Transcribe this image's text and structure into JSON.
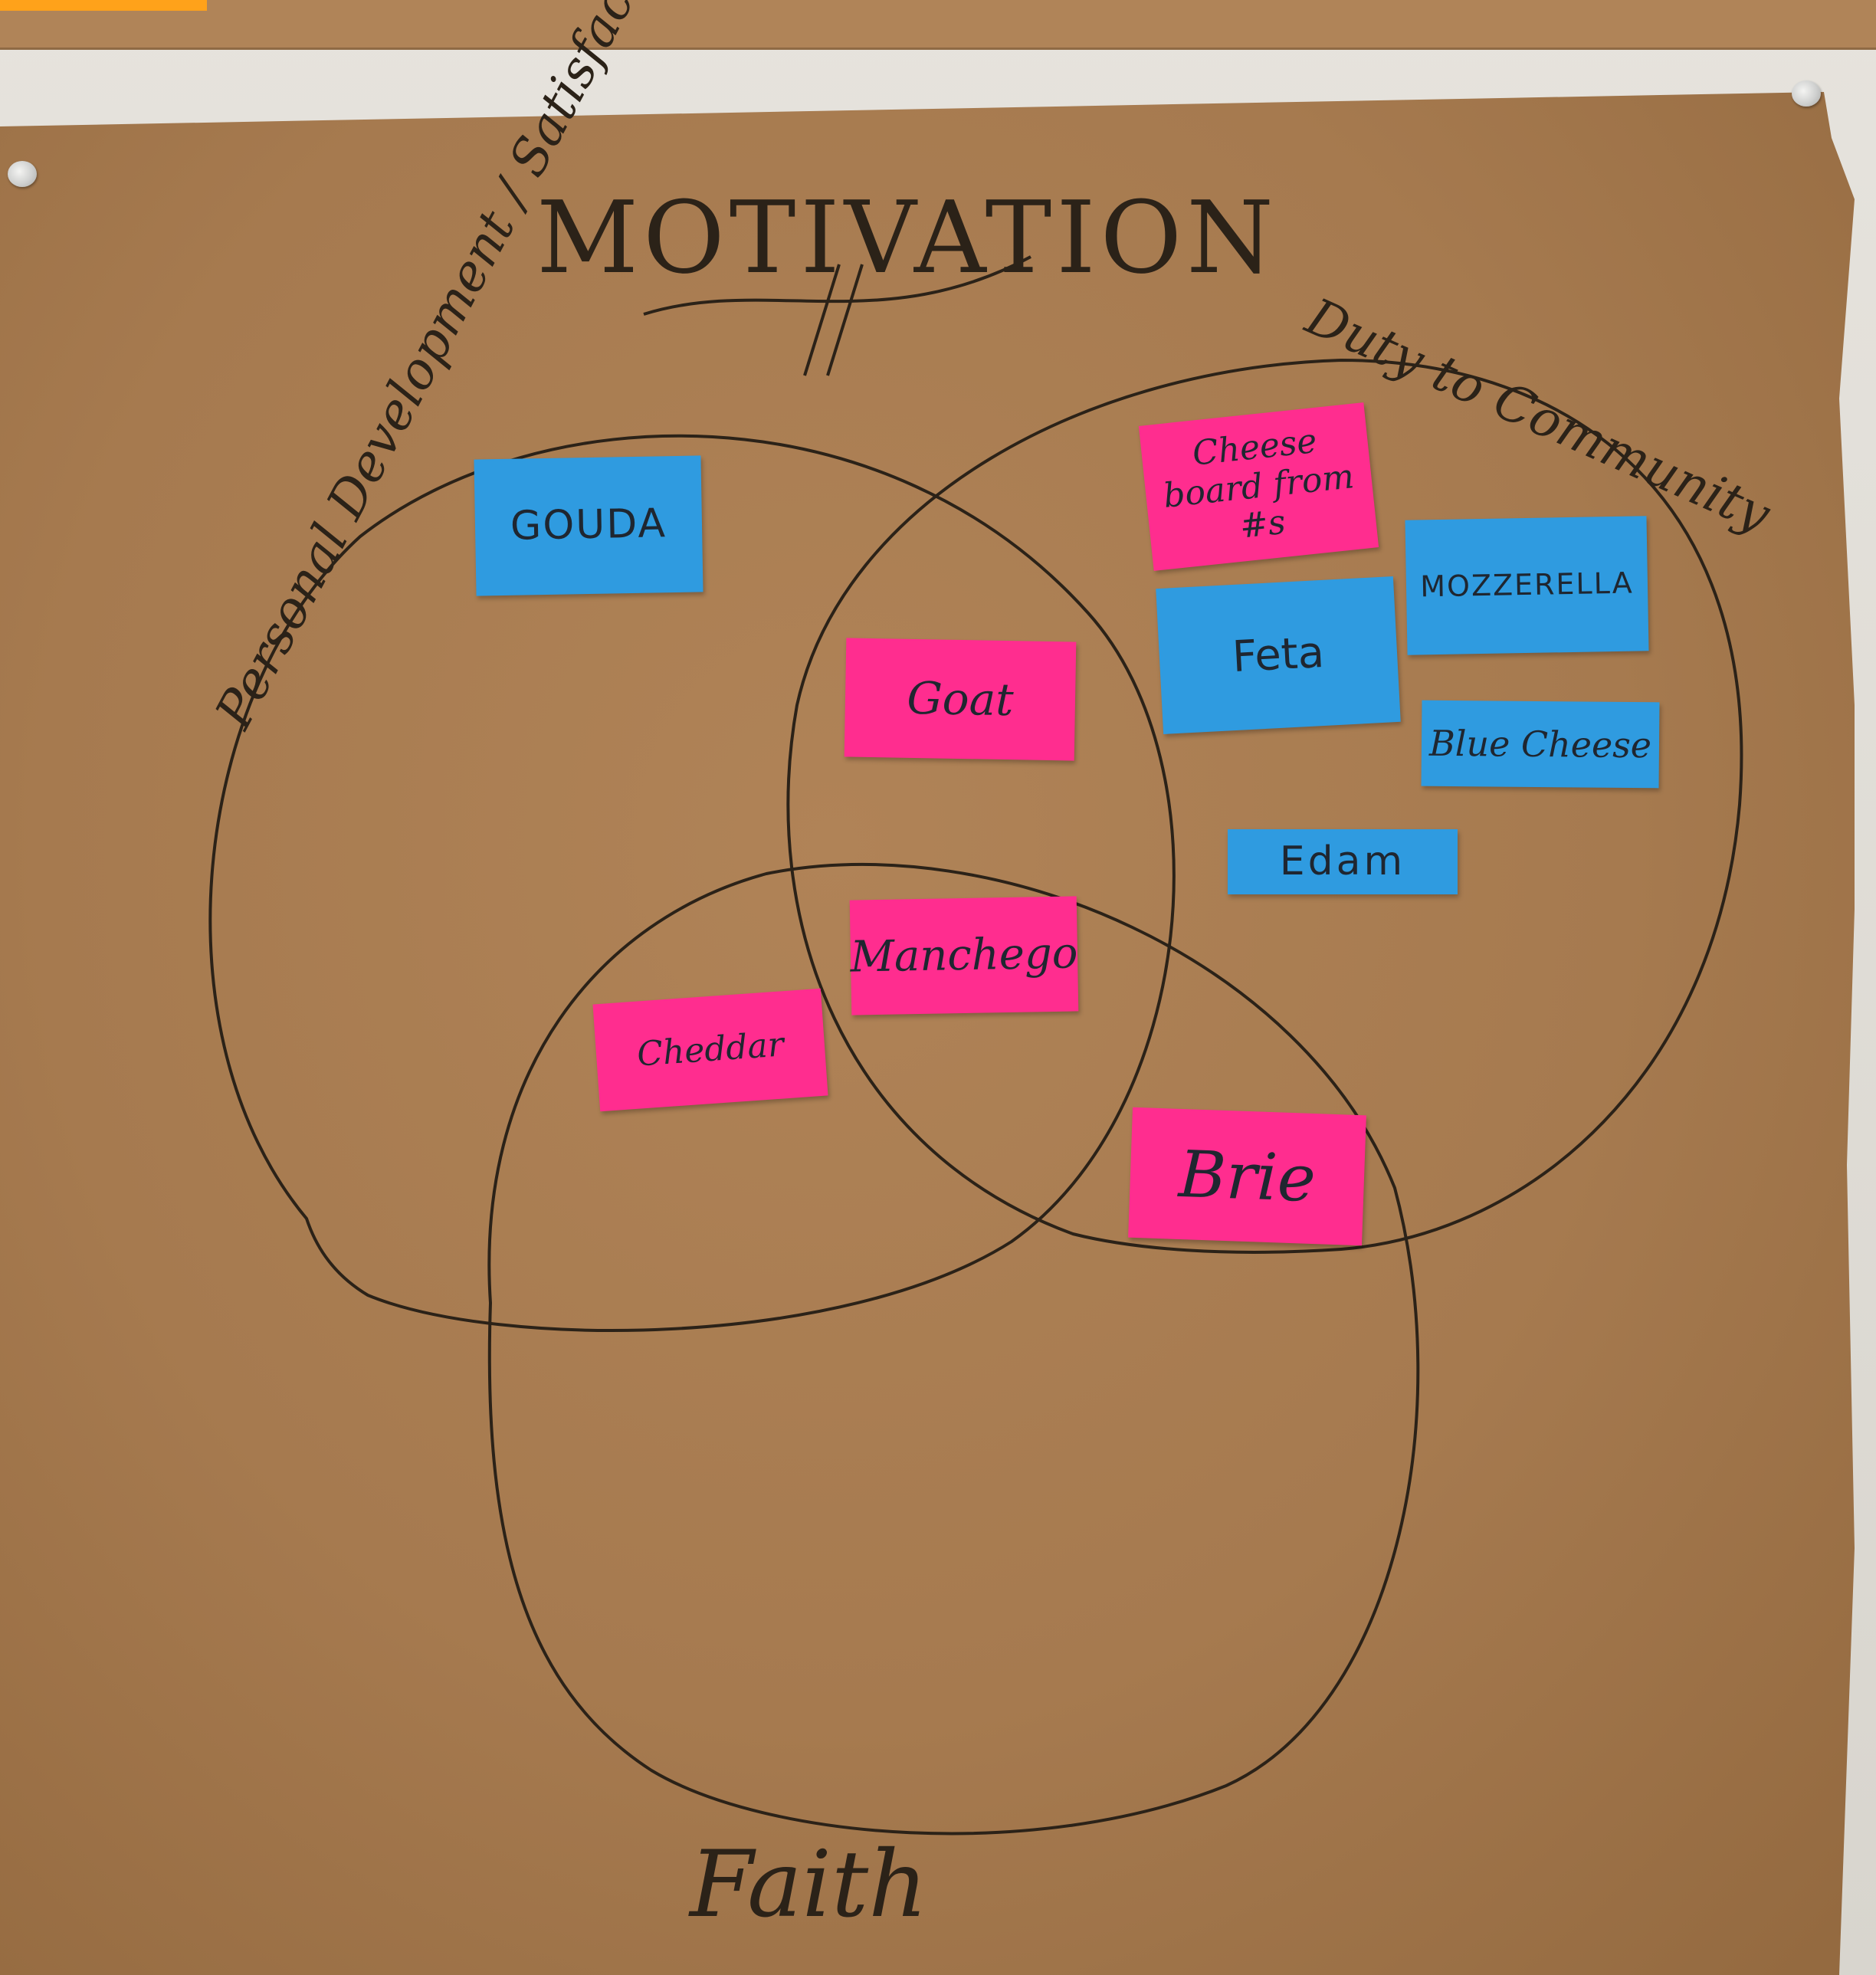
{
  "poster": {
    "title": "MOTIVATION",
    "circle_labels": {
      "left": "Personal Development / Satisfaction",
      "right": "Duty to Community",
      "bottom": "Faith"
    }
  },
  "notes": {
    "gouda": "GOUDA",
    "cheese_board": "Cheese board from #s",
    "mozzerella": "MOZZERELLA",
    "feta": "Feta",
    "blue_cheese": "Blue Cheese",
    "edam": "Edam",
    "goat": "Goat",
    "manchego": "Manchego",
    "cheddar": "Cheddar",
    "brie": "Brie"
  },
  "colors": {
    "kraft_paper": "#a67a4f",
    "blue_note": "#2f9be0",
    "pink_note": "#ff2d8f",
    "ink": "#2b2218"
  }
}
